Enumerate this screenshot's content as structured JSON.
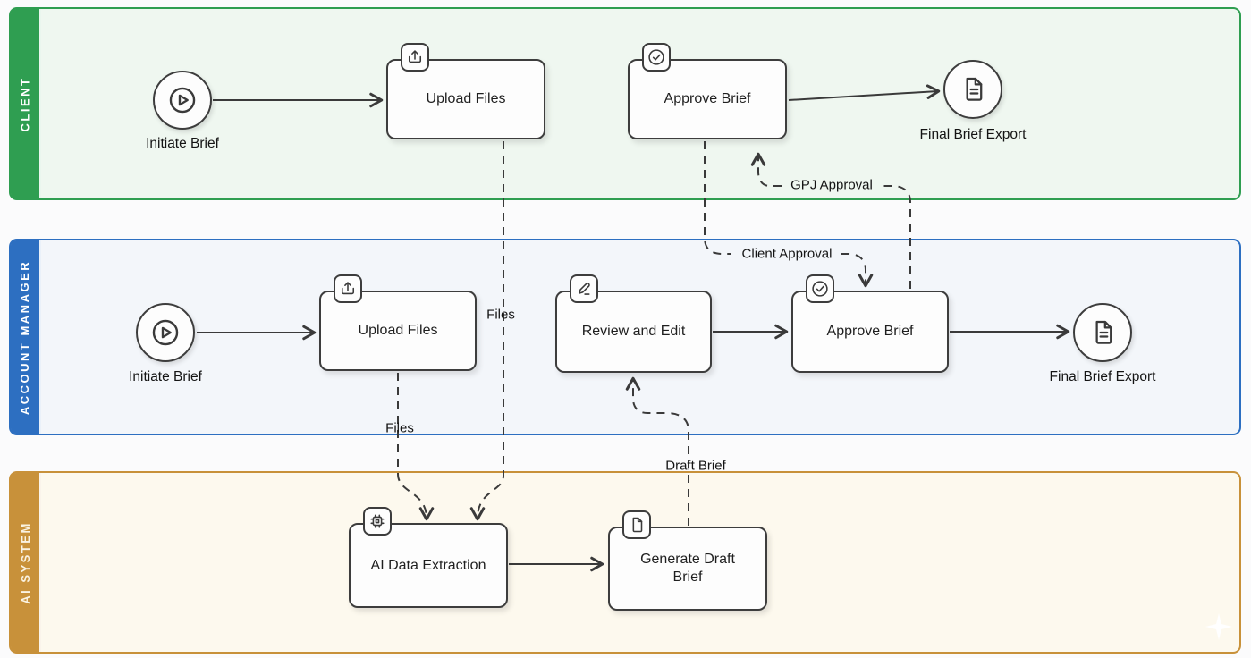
{
  "diagram": {
    "type": "swimlane-flowchart",
    "lanes": {
      "client": {
        "label": "CLIENT",
        "color": "#2f9e51",
        "bg": "#eff7f0"
      },
      "account_manager": {
        "label": "ACCOUNT MANAGER",
        "color": "#2d6fc1",
        "bg": "#f3f6fa"
      },
      "ai_system": {
        "label": "AI SYSTEM",
        "color": "#c8913a",
        "bg": "#fdf9ee"
      }
    },
    "nodes": {
      "client_initiate": {
        "label": "Initiate Brief",
        "icon": "play-icon",
        "lane": "client"
      },
      "client_upload": {
        "label": "Upload Files",
        "icon": "upload-icon",
        "lane": "client"
      },
      "client_approve": {
        "label": "Approve Brief",
        "icon": "check-circle-icon",
        "lane": "client"
      },
      "client_export": {
        "label": "Final Brief Export",
        "icon": "document-icon",
        "lane": "client"
      },
      "am_initiate": {
        "label": "Initiate Brief",
        "icon": "play-icon",
        "lane": "account_manager"
      },
      "am_upload": {
        "label": "Upload Files",
        "icon": "upload-icon",
        "lane": "account_manager"
      },
      "am_review": {
        "label": "Review and Edit",
        "icon": "pencil-icon",
        "lane": "account_manager"
      },
      "am_approve": {
        "label": "Approve Brief",
        "icon": "check-circle-icon",
        "lane": "account_manager"
      },
      "am_export": {
        "label": "Final Brief Export",
        "icon": "document-icon",
        "lane": "account_manager"
      },
      "ai_extract": {
        "label": "AI Data Extraction",
        "icon": "chip-icon",
        "lane": "ai_system"
      },
      "ai_generate": {
        "label": "Generate Draft Brief",
        "icon": "file-icon",
        "lane": "ai_system"
      }
    },
    "edge_labels": {
      "files_client": "Files",
      "files_am": "Files",
      "draft_brief": "Draft Brief",
      "client_approval": "Client Approval",
      "gpj_approval": "GPJ Approval"
    },
    "edges": [
      {
        "from": "client_initiate",
        "to": "client_upload",
        "style": "solid"
      },
      {
        "from": "client_approve",
        "to": "client_export",
        "style": "solid"
      },
      {
        "from": "am_initiate",
        "to": "am_upload",
        "style": "solid"
      },
      {
        "from": "am_review",
        "to": "am_approve",
        "style": "solid"
      },
      {
        "from": "am_approve",
        "to": "am_export",
        "style": "solid"
      },
      {
        "from": "ai_extract",
        "to": "ai_generate",
        "style": "solid"
      },
      {
        "from": "client_upload",
        "to": "ai_extract",
        "style": "dashed",
        "label": "Files"
      },
      {
        "from": "am_upload",
        "to": "ai_extract",
        "style": "dashed",
        "label": "Files"
      },
      {
        "from": "ai_generate",
        "to": "am_review",
        "style": "dashed",
        "label": "Draft Brief"
      },
      {
        "from": "client_approve",
        "to": "am_approve",
        "style": "dashed",
        "label": "Client Approval"
      },
      {
        "from": "am_approve",
        "to": "client_approve",
        "style": "dashed",
        "label": "GPJ Approval"
      }
    ],
    "stroke_color": "#3a3a3a"
  }
}
